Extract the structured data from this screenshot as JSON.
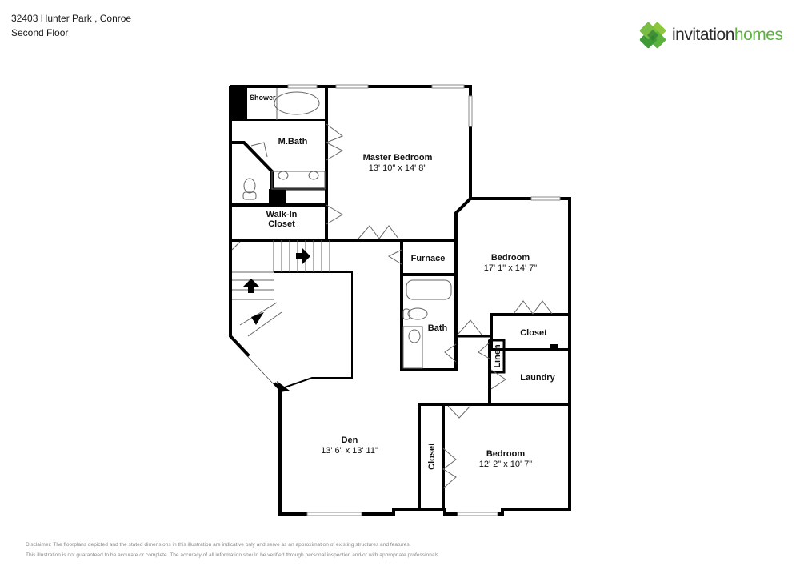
{
  "header": {
    "address": "32403 Hunter Park , Conroe",
    "floor": "Second Floor"
  },
  "brand": {
    "name_part1": "invitation",
    "name_part2": "homes",
    "colors": {
      "text_dark": "#2b2b2b",
      "text_green": "#5bb33d",
      "icon_green": "#4aa83a"
    }
  },
  "rooms": {
    "shower": {
      "label": "Shower"
    },
    "mbath": {
      "label": "M.Bath"
    },
    "walkin": {
      "label_line1": "Walk-In",
      "label_line2": "Closet"
    },
    "master": {
      "label": "Master Bedroom",
      "dims": "13' 10\" x 14' 8\""
    },
    "furnace": {
      "label": "Furnace"
    },
    "bath": {
      "label": "Bath"
    },
    "bedroom2": {
      "label": "Bedroom",
      "dims": "17' 1\" x 14' 7\""
    },
    "closet2": {
      "label": "Closet"
    },
    "linen": {
      "label": "Linen"
    },
    "laundry": {
      "label": "Laundry"
    },
    "den": {
      "label": "Den",
      "dims": "13' 6\" x 13' 11\""
    },
    "closet3": {
      "label": "Closet"
    },
    "bedroom3": {
      "label": "Bedroom",
      "dims": "12' 2\" x 10' 7\""
    }
  },
  "disclaimer": {
    "line1": "Disclaimer: The floorplans depicted and the stated dimensions in this illustration are indicative only and serve as an approximation of existing structures and features.",
    "line2": "This illustration is not guaranteed to be accurate or complete. The accuracy of all information should be verified through personal inspection and/or with appropriate professionals."
  }
}
